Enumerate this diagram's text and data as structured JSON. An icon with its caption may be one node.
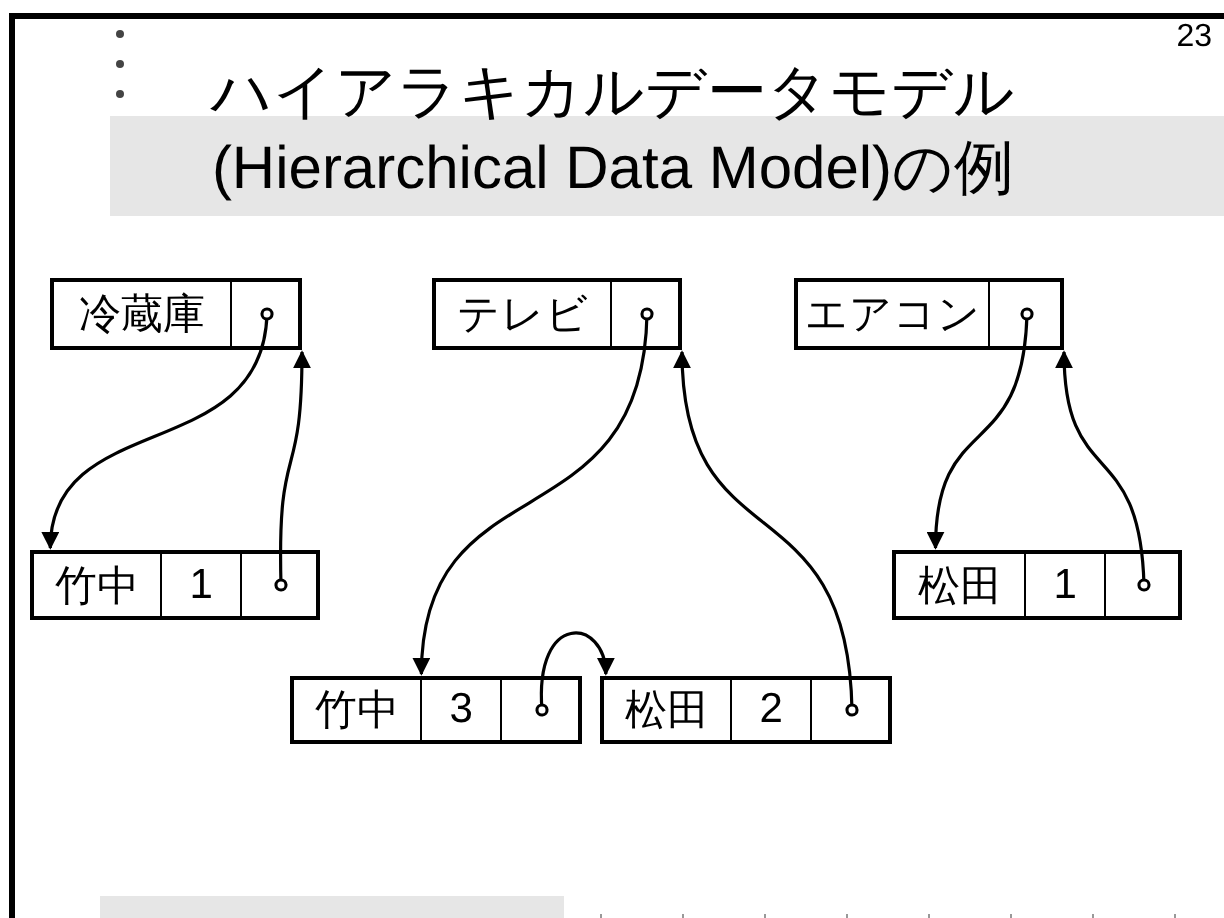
{
  "diagram": {
    "title": "ハイアラキカルデータモデル (Hierarchical Data Model)の例",
    "nodes": [
      {
        "text": [
          "冷蔵庫"
        ]
      },
      {
        "text": [
          "テレビ"
        ]
      },
      {
        "text": [
          "エアコン"
        ]
      },
      {
        "text": [
          "竹中",
          "1"
        ]
      },
      {
        "text": [
          "松田",
          "1"
        ]
      },
      {
        "text": [
          "竹中",
          "3"
        ]
      },
      {
        "text": [
          "松田",
          "2"
        ]
      }
    ],
    "edges": [
      {
        "from": 0,
        "to": 3,
        "arrow": "to"
      },
      {
        "from": 3,
        "to": 0,
        "arrow": "to"
      },
      {
        "from": 1,
        "to": 5,
        "arrow": "to"
      },
      {
        "from": 5,
        "to": 6,
        "arrow": "to"
      },
      {
        "from": 6,
        "to": 1,
        "arrow": "to"
      },
      {
        "from": 2,
        "to": 4,
        "arrow": "to"
      },
      {
        "from": 4,
        "to": 2,
        "arrow": "to"
      }
    ],
    "labels": [
      "23"
    ]
  }
}
